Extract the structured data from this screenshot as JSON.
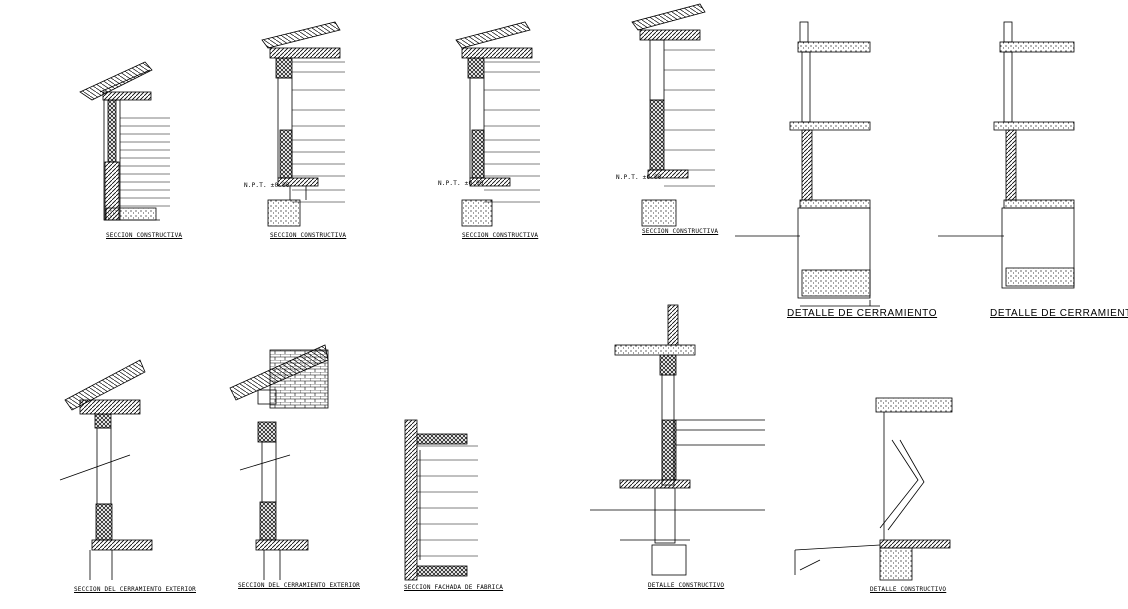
{
  "sheet": {
    "titles": {
      "section_1": "SECCION CONSTRUCTIVA",
      "section_2": "SECCION CONSTRUCTIVA",
      "section_3": "SECCION CONSTRUCTIVA",
      "section_4": "SECCION CONSTRUCTIVA",
      "cerramiento_1": "DETALLE DE CERRAMIENTO",
      "cerramiento_2": "DETALLE DE CERRAMIENTO",
      "cerramiento_lower_1": "SECCION DEL CERRAMIENTO EXTERIOR",
      "cerramiento_lower_2": "SECCION DEL CERRAMIENTO EXTERIOR",
      "fachada": "SECCION FACHADA DE FABRICA",
      "detalle_1": "DETALLE CONSTRUCTIVO",
      "detalle_2": "DETALLE CONSTRUCTIVO"
    },
    "level_marks": {
      "mark_1": "N.P.T. ±0.00",
      "mark_2": "N.P.T. ±0.00",
      "mark_3": "N.P.T. ±0.00"
    },
    "colors": {
      "ink": "#000000",
      "paper": "#ffffff"
    }
  }
}
